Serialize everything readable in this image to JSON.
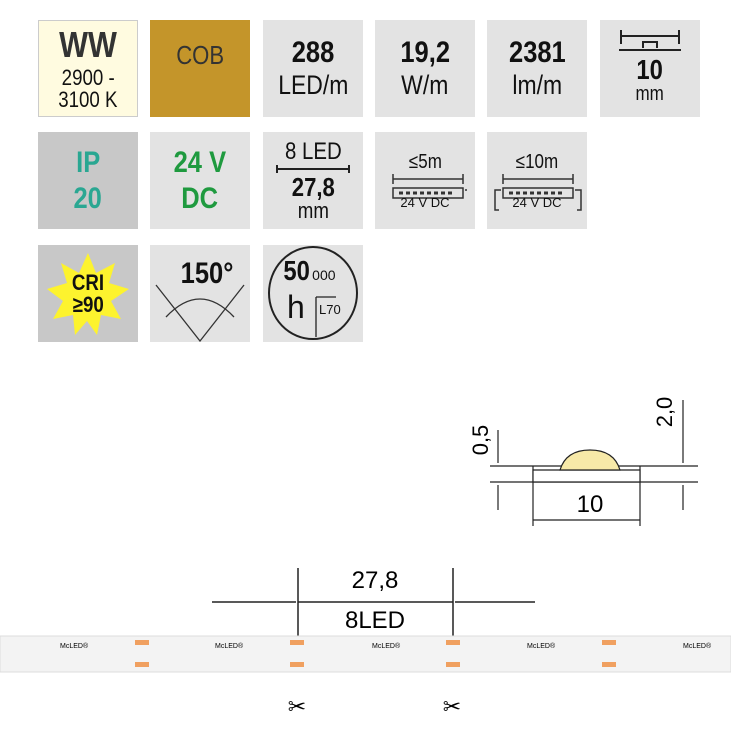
{
  "color": {
    "code": "WW",
    "range": "2900 -",
    "range2": "3100 K"
  },
  "chip": "COB",
  "density": {
    "value": "288",
    "unit": "LED/m"
  },
  "power": {
    "value": "19,2",
    "unit": "W/m"
  },
  "flux": {
    "value": "2381",
    "unit": "lm/m"
  },
  "width": {
    "value": "10",
    "unit": "mm"
  },
  "ip": {
    "l1": "IP",
    "l2": "20"
  },
  "voltage": {
    "l1": "24 V",
    "l2": "DC"
  },
  "segment": {
    "leds": "8  LED",
    "length": "27,8",
    "unit": "mm"
  },
  "feed_single": {
    "length": "≤5m",
    "label": "24 V DC"
  },
  "feed_double": {
    "length": "≤10m",
    "label": "24 V DC"
  },
  "cri": {
    "l1": "CRI",
    "l2": "≥90"
  },
  "angle": "150°",
  "lifetime": {
    "value": "50",
    "small": "000",
    "h": "h",
    "lvl": "L70"
  },
  "profile": {
    "h1": "0,5",
    "h2": "2,0",
    "w": "10"
  },
  "cut": {
    "length": "27,8",
    "leds": "8LED"
  },
  "strip": {
    "brand": "McLED®"
  }
}
